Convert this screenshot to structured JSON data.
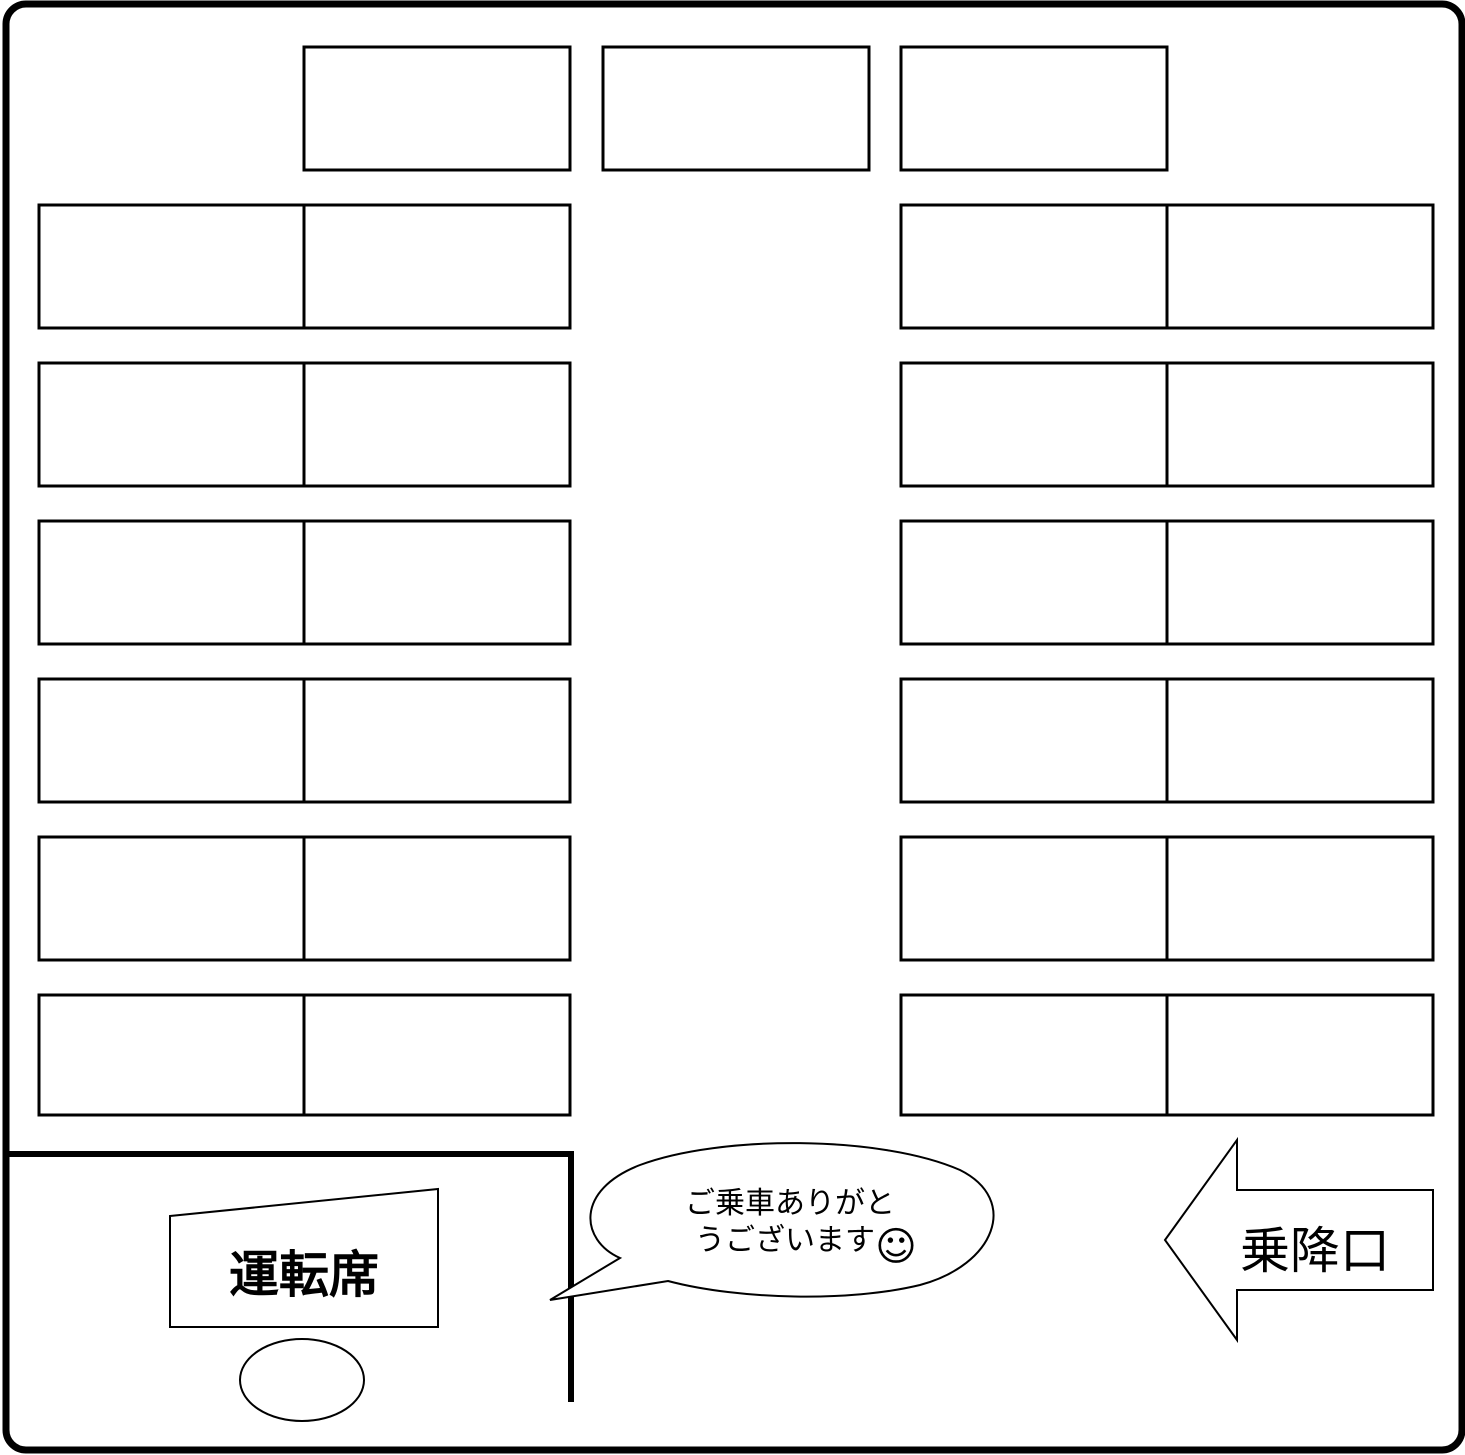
{
  "driver_label": "運転席",
  "door_label": "乗降口",
  "speech": {
    "line1": "ご乗車ありがと",
    "line2": "うございます",
    "emoji": "☺"
  },
  "layout": {
    "front_row_seats": 3,
    "left_rows": 6,
    "right_rows": 6,
    "seats_per_side_row": 2
  },
  "colors": {
    "stroke": "#000000",
    "background": "#ffffff"
  }
}
